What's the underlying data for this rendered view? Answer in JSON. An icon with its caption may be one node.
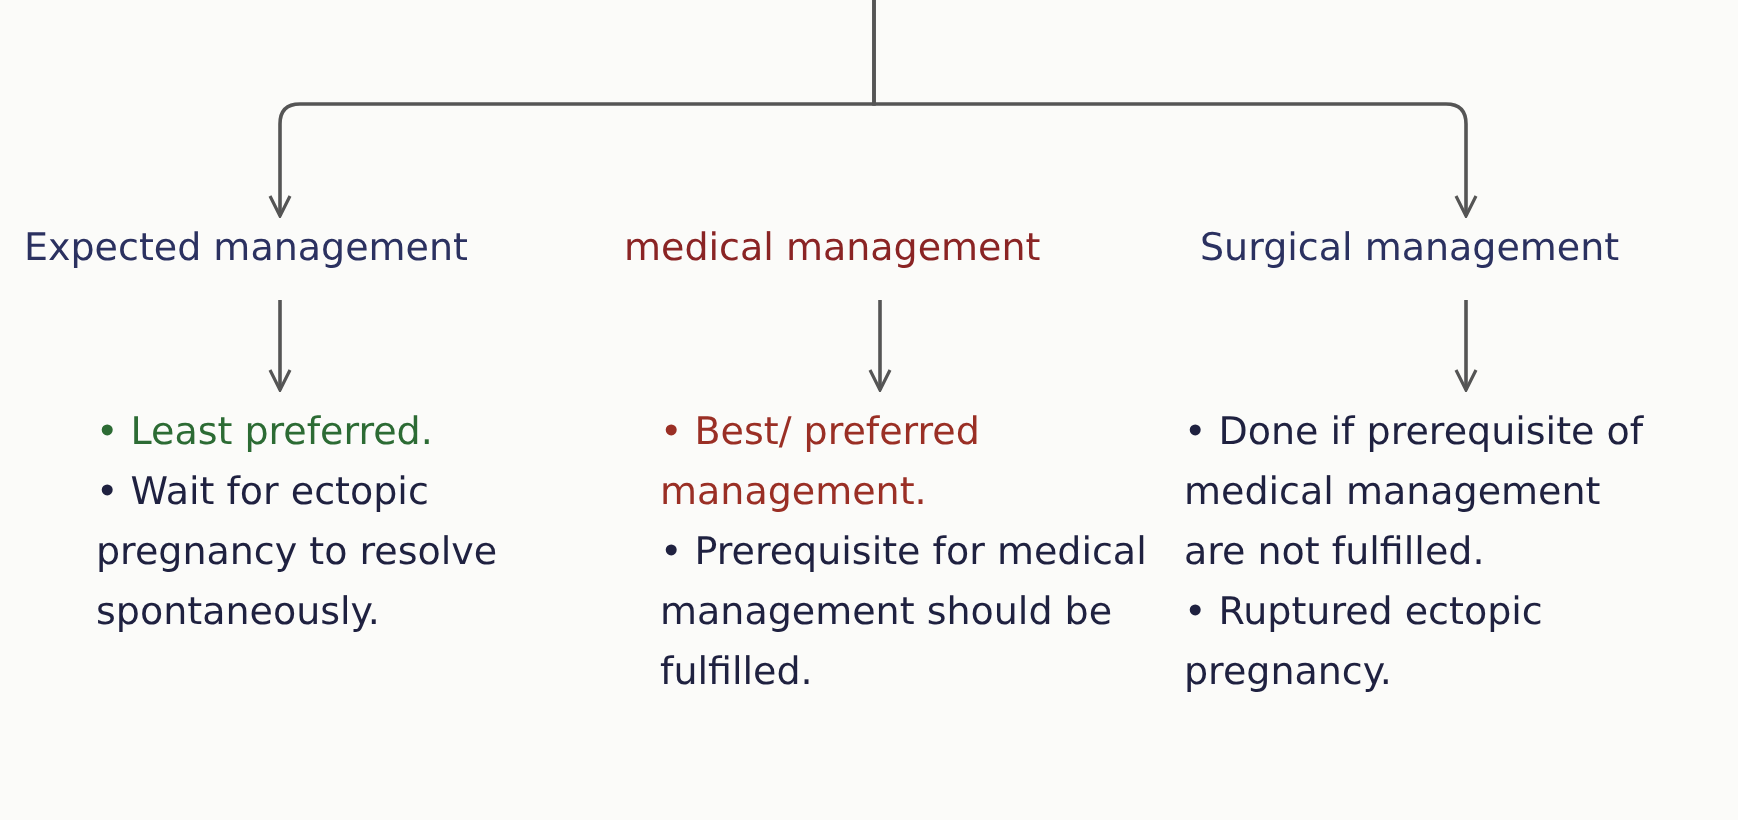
{
  "diagram": {
    "nodes": [
      {
        "text": [
          "Expected management"
        ]
      },
      {
        "text": [
          "medical management"
        ]
      },
      {
        "text": [
          "Surgical management"
        ]
      },
      {
        "text": [
          "• Least preferred.",
          "• Wait for ectopic pregnancy to resolve spontaneously."
        ]
      },
      {
        "text": [
          "• Best/ preferred management.",
          "• Prerequisite for medical management should be fulfilled."
        ]
      },
      {
        "text": [
          "• Done if prerequisite of medical management are not fulfilled.",
          "• Ruptured ectopic pregnancy."
        ]
      }
    ],
    "edges": [
      {
        "from": null,
        "to": 0,
        "arrow": "to"
      },
      {
        "from": null,
        "to": 2,
        "arrow": "to"
      },
      {
        "from": 0,
        "to": 3,
        "arrow": "to"
      },
      {
        "from": 1,
        "to": 4,
        "arrow": "to"
      },
      {
        "from": 2,
        "to": 5,
        "arrow": "to"
      }
    ]
  }
}
